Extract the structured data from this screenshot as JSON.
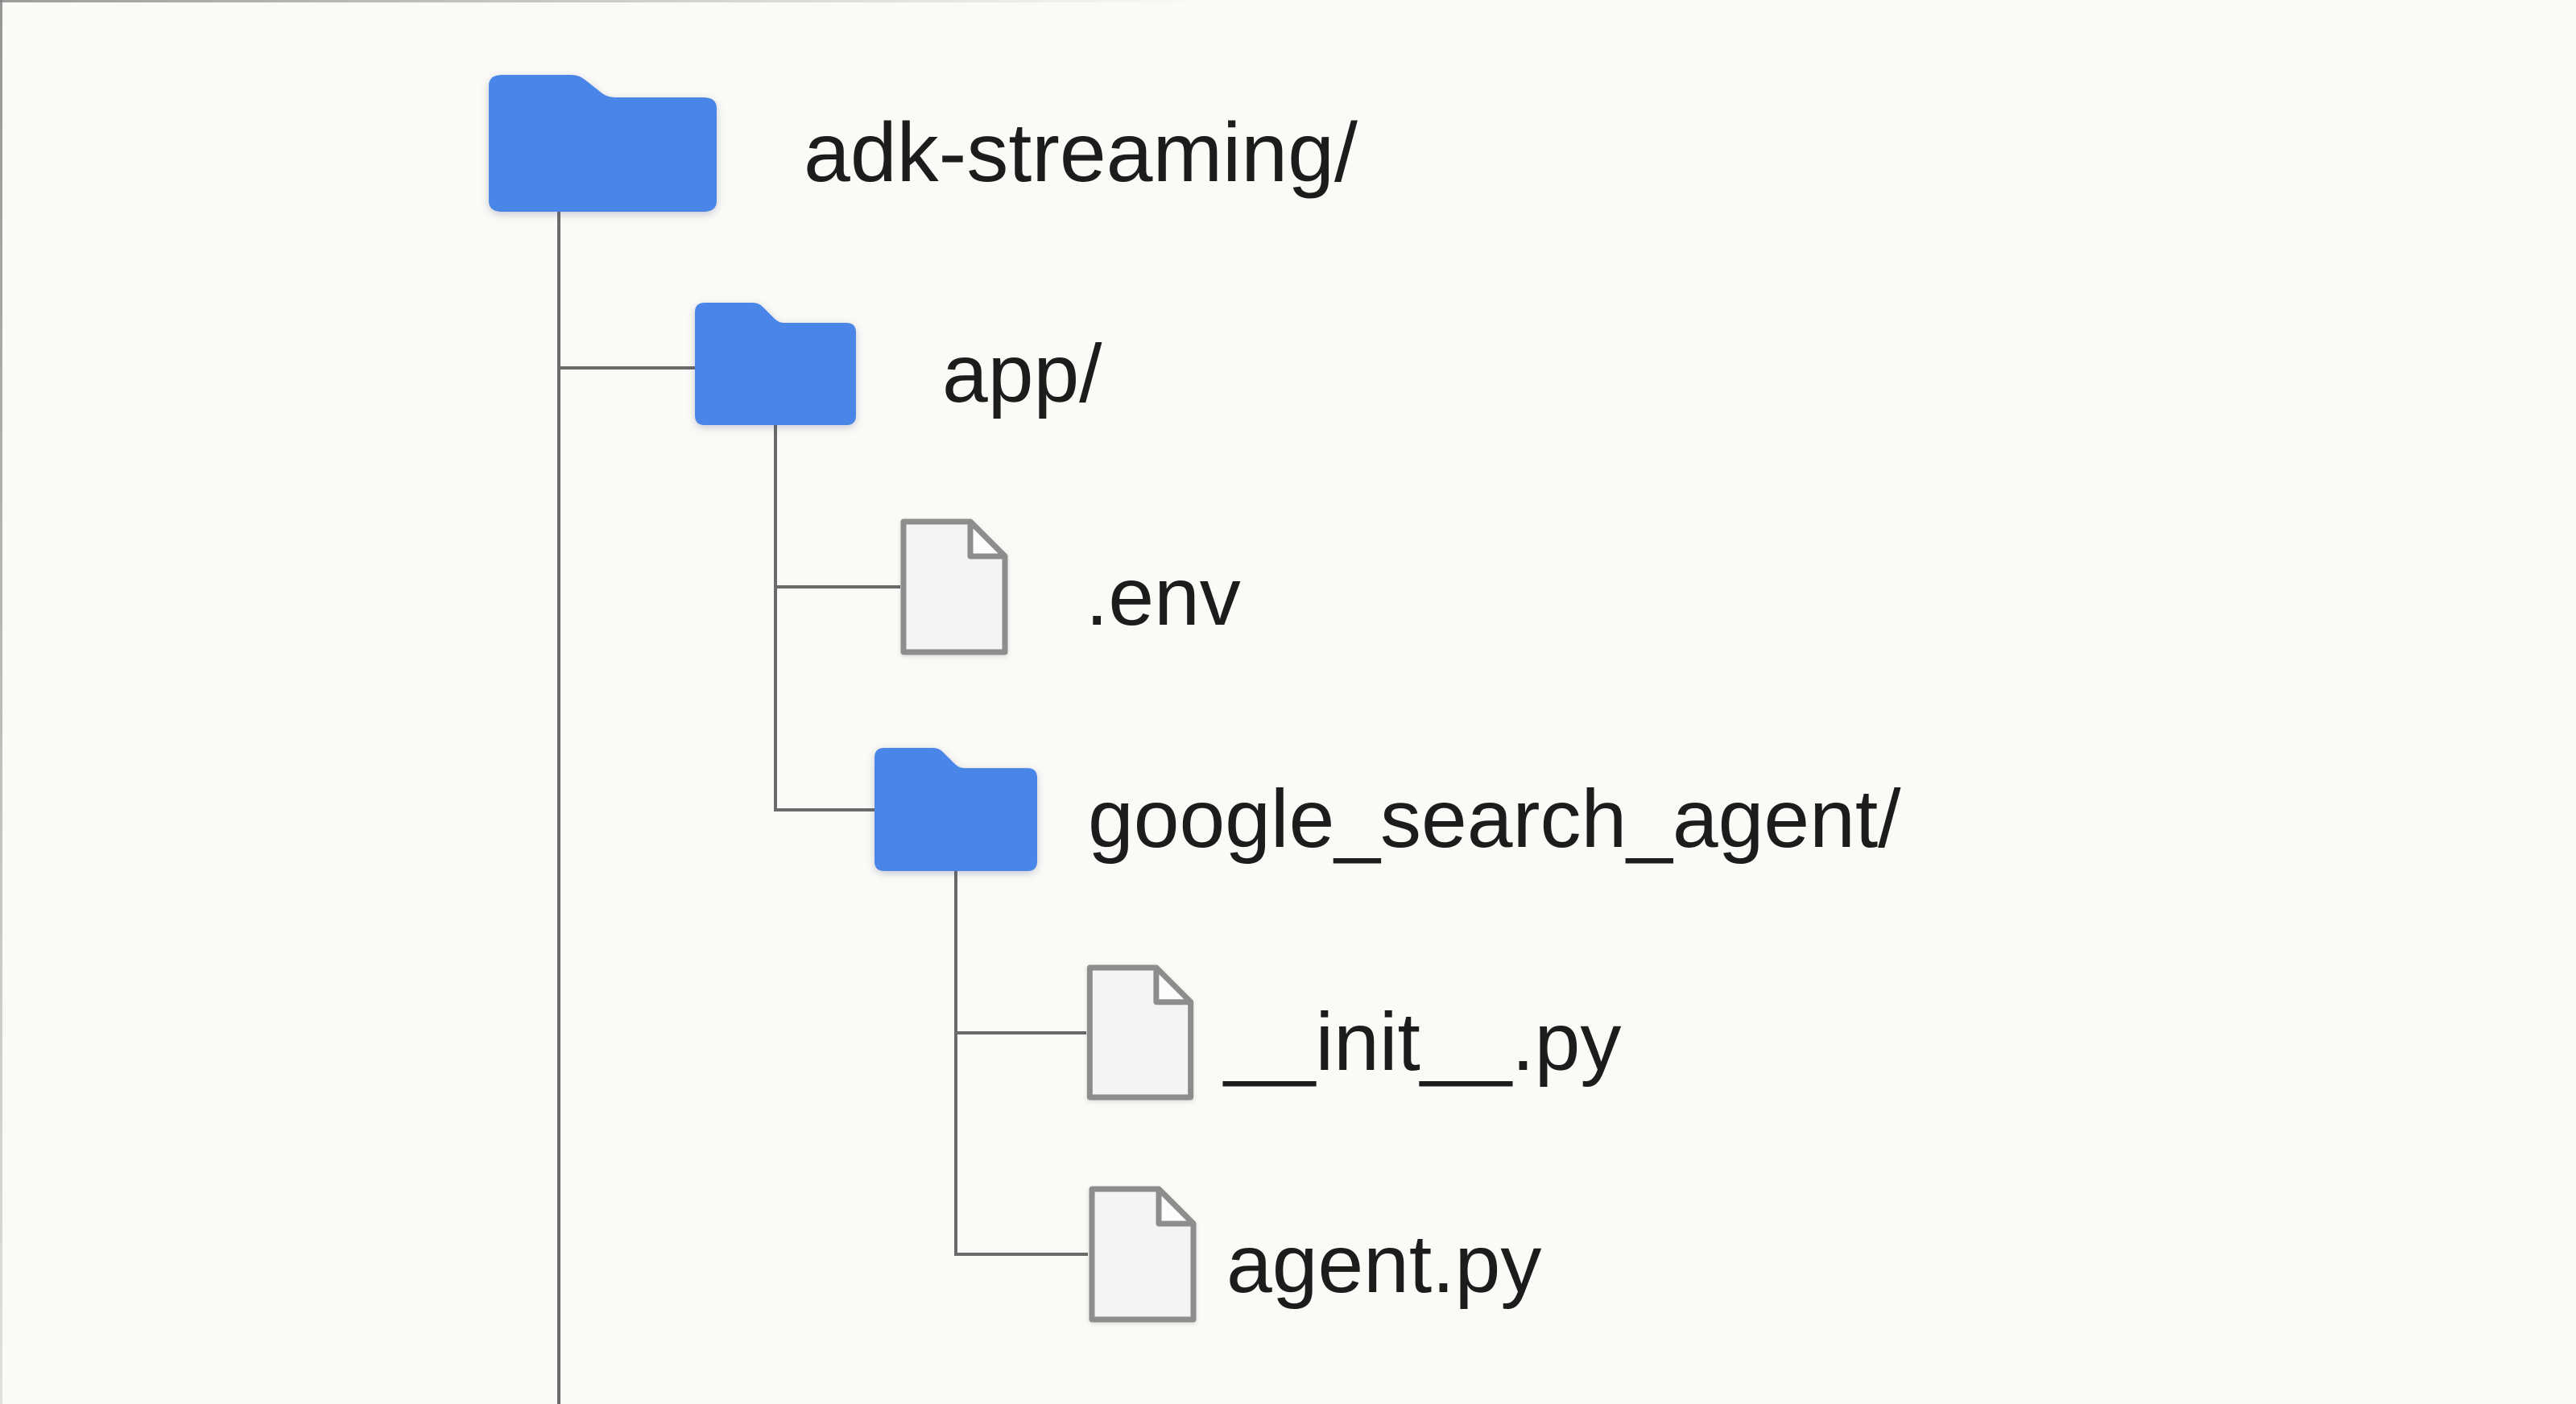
{
  "diagram": {
    "title": "adk-streaming project file structure",
    "type": "file-tree"
  },
  "palette": {
    "background": "#fbfaf7",
    "folder_blue": "#4a85e8",
    "connector_gray": "#6a6a6a",
    "file_fill": "#f4f4f2",
    "file_fold_fill": "#fcfcfa",
    "file_border": "#8d8d8d",
    "text_color": "#1c1c1c",
    "frame_line": "#7d7d7d"
  },
  "nodes": [
    {
      "id": "adk-streaming",
      "label": "adk-streaming/",
      "type": "folder",
      "depth": 0
    },
    {
      "id": "app",
      "label": "app/",
      "type": "folder",
      "depth": 1
    },
    {
      "id": "env",
      "label": ".env",
      "type": "file",
      "depth": 2
    },
    {
      "id": "google-search-agent",
      "label": "google_search_agent/",
      "type": "folder",
      "depth": 2
    },
    {
      "id": "init-py",
      "label": "__init__.py",
      "type": "file",
      "depth": 3
    },
    {
      "id": "agent-py",
      "label": "agent.py",
      "type": "file",
      "depth": 3
    }
  ]
}
